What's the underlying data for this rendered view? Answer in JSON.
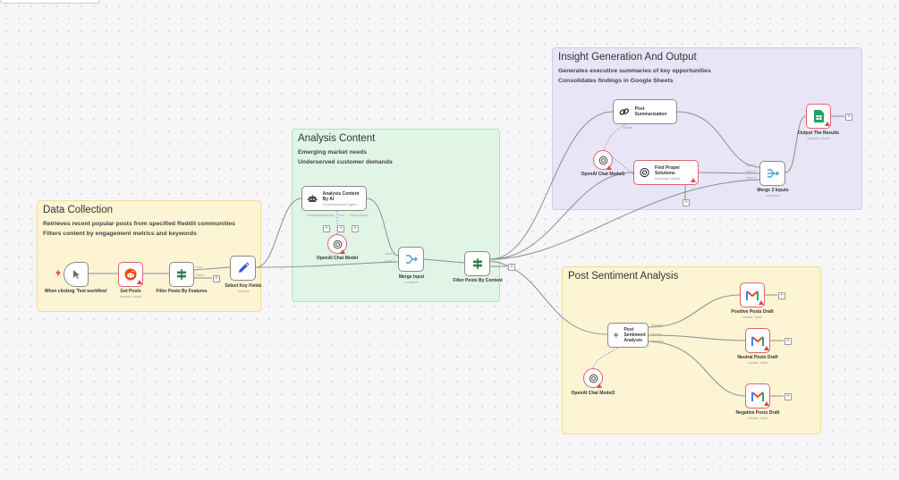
{
  "stickies": {
    "data_collection": {
      "title": "Data Collection",
      "lines": [
        "Retrieves recent popular posts from specified Reddit communities",
        "Filters content by engagement metrics and keywords"
      ]
    },
    "analysis_content": {
      "title": "Analysis Content",
      "lines": [
        "Emerging market needs",
        "Underserved customer demands"
      ]
    },
    "insight": {
      "title": "Insight Generation And Output",
      "lines": [
        "Generates executive summaries of key opportunities",
        "Consolidates findings in Google Sheets"
      ]
    },
    "sentiment": {
      "title": "Post Sentiment Analysis",
      "lines": []
    }
  },
  "nodes": {
    "trigger": {
      "label": "When clicking 'Test workflow'",
      "icon": "cursor-icon"
    },
    "get_posts": {
      "label": "Get Posts",
      "sub": "search: posts",
      "icon": "reddit-icon"
    },
    "filter_features": {
      "label": "Filter Posts By Features",
      "icon": "filter-icon"
    },
    "select_fields": {
      "label": "Select Key Fields",
      "sub": "manual",
      "icon": "pencil-icon"
    },
    "analysis_ai": {
      "label": "Analysis Content By AI",
      "sub": "Conversational Agent",
      "icon": "robot-icon"
    },
    "openai_model": {
      "label": "OpenAI Chat Model",
      "icon": "openai-icon"
    },
    "merge_input": {
      "label": "Merge Input",
      "sub": "combine",
      "icon": "merge-icon"
    },
    "filter_content": {
      "label": "Filter Posts By Content",
      "icon": "filter-icon"
    },
    "post_summarization": {
      "label": "Post Summarization",
      "icon": "chain-icon"
    },
    "openai_model1": {
      "label": "OpenAI Chat Model1",
      "icon": "openai-icon"
    },
    "find_solutions": {
      "label": "Find Proper Solutions",
      "sub": "Message Model",
      "icon": "openai-icon"
    },
    "merge3": {
      "label": "Merge 3 Inputs",
      "sub": "combine",
      "icon": "merge-icon"
    },
    "output": {
      "label": "Output The Results",
      "sub": "append: sheet",
      "icon": "sheets-icon"
    },
    "sentiment": {
      "label": "Post Sentiment Analysis",
      "icon": "sentiment-icon"
    },
    "openai_model2": {
      "label": "OpenAI Chat Model2",
      "icon": "openai-icon"
    },
    "positive": {
      "label": "Positive Posts Draft",
      "sub": "create: draft",
      "icon": "gmail-icon"
    },
    "neutral": {
      "label": "Neutral Posts Draft",
      "sub": "create: draft",
      "icon": "gmail-icon"
    },
    "negative": {
      "label": "Negative Posts Draft",
      "sub": "create: draft",
      "icon": "gmail-icon"
    }
  },
  "port_labels": {
    "true": "True",
    "false": "False",
    "chat_model": "Chat Model",
    "memory": "Memory",
    "tool": "Tool",
    "output_parser": "Output Parser",
    "model": "Model",
    "positive": "Positive",
    "neutral": "Neutral",
    "negative": "Negative",
    "input1": "Input 1",
    "input2": "Input 2",
    "input3": "Input 3"
  },
  "colors": {
    "wire": "#8d8d8d",
    "error": "#e0454d",
    "openai": "#555555",
    "reddit": "#ff4500",
    "filter": "#2e7d4f",
    "pencil": "#3b5bd6",
    "merge": "#4aa3c8",
    "gmail_red": "#ea4335",
    "sheets": "#1ea362"
  }
}
